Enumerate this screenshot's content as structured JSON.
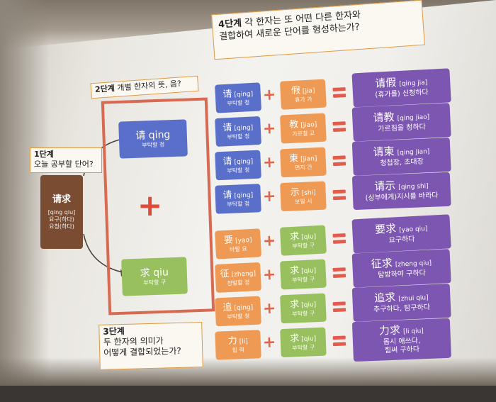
{
  "step1": {
    "title": "1단계",
    "text": "오늘 공부할 단어?"
  },
  "step2": {
    "title": "2단계",
    "text": "개별 한자의 뜻, 음?"
  },
  "step3": {
    "title": "3단계",
    "line1": "두 한자의 의미가",
    "line2": "어떻게 결합되었는가?"
  },
  "step4": {
    "title": "4단계",
    "line1": "각 한자는 또 어떤 다른 한자와",
    "line2": "결합하여 새로운 단어를 형성하는가?"
  },
  "main_word": {
    "hanzi": "请求",
    "pinyin": "[qing qiu]",
    "m1": "요구(하다)",
    "m2": "요청(하다)"
  },
  "char1": {
    "hanzi": "请",
    "pinyin": "qing",
    "meaning": "부탁할 청"
  },
  "char2": {
    "hanzi": "求",
    "pinyin": "qiu",
    "meaning": "부탁할 구"
  },
  "rows_top": [
    {
      "a_h": "请",
      "a_p": "[qing]",
      "a_m": "부탁할 청",
      "b_h": "假",
      "b_p": "[jia]",
      "b_m": "휴가 가",
      "r_h": "请假",
      "r_p": "[qing jia]",
      "r_m": "(휴가를) 신청하다",
      "r_m2": ""
    },
    {
      "a_h": "请",
      "a_p": "[qing]",
      "a_m": "부탁할 청",
      "b_h": "教",
      "b_p": "[jiao]",
      "b_m": "가르칠 교",
      "r_h": "请教",
      "r_p": "[qing jiao]",
      "r_m": "가르침을 청하다",
      "r_m2": ""
    },
    {
      "a_h": "请",
      "a_p": "[qing]",
      "a_m": "부탁할 청",
      "b_h": "柬",
      "b_p": "[jian]",
      "b_m": "편지 간",
      "r_h": "请柬",
      "r_p": "[qing jian]",
      "r_m": "청첩장, 초대장",
      "r_m2": ""
    },
    {
      "a_h": "请",
      "a_p": "[qing]",
      "a_m": "부탁할 청",
      "b_h": "示",
      "b_p": "[shi]",
      "b_m": "보일 시",
      "r_h": "请示",
      "r_p": "[qing shi]",
      "r_m": "(상부에게)지시를 바라다",
      "r_m2": ""
    }
  ],
  "rows_bottom": [
    {
      "a_h": "要",
      "a_p": "[yao]",
      "a_m": "바랄 요",
      "b_h": "求",
      "b_p": "[qiu]",
      "b_m": "부탁할 구",
      "r_h": "要求",
      "r_p": "[yao qiu]",
      "r_m": "요구하다",
      "r_m2": ""
    },
    {
      "a_h": "征",
      "a_p": "[zheng]",
      "a_m": "정벌할 정",
      "b_h": "求",
      "b_p": "[qiu]",
      "b_m": "부탁할 구",
      "r_h": "征求",
      "r_p": "[zheng qiu]",
      "r_m": "탐방하여 구하다",
      "r_m2": ""
    },
    {
      "a_h": "追",
      "a_p": "[qing]",
      "a_m": "부탁할 청",
      "b_h": "求",
      "b_p": "[qiu]",
      "b_m": "부탁할 구",
      "r_h": "追求",
      "r_p": "[zhui qiu]",
      "r_m": "추구하다, 탐구하다",
      "r_m2": ""
    },
    {
      "a_h": "力",
      "a_p": "[li]",
      "a_m": "힘 력",
      "b_h": "求",
      "b_p": "[qiu]",
      "b_m": "부탁할 구",
      "r_h": "力求",
      "r_p": "[li qiu]",
      "r_m": "몹시 애쓰다,",
      "r_m2": "힘써 구하다"
    }
  ],
  "colors": {
    "blue": "#5a6fc9",
    "orange": "#ef9a54",
    "green": "#98c05e",
    "purple": "#7c56b0",
    "brown": "#7a4d33",
    "accent": "#e45a4c"
  }
}
